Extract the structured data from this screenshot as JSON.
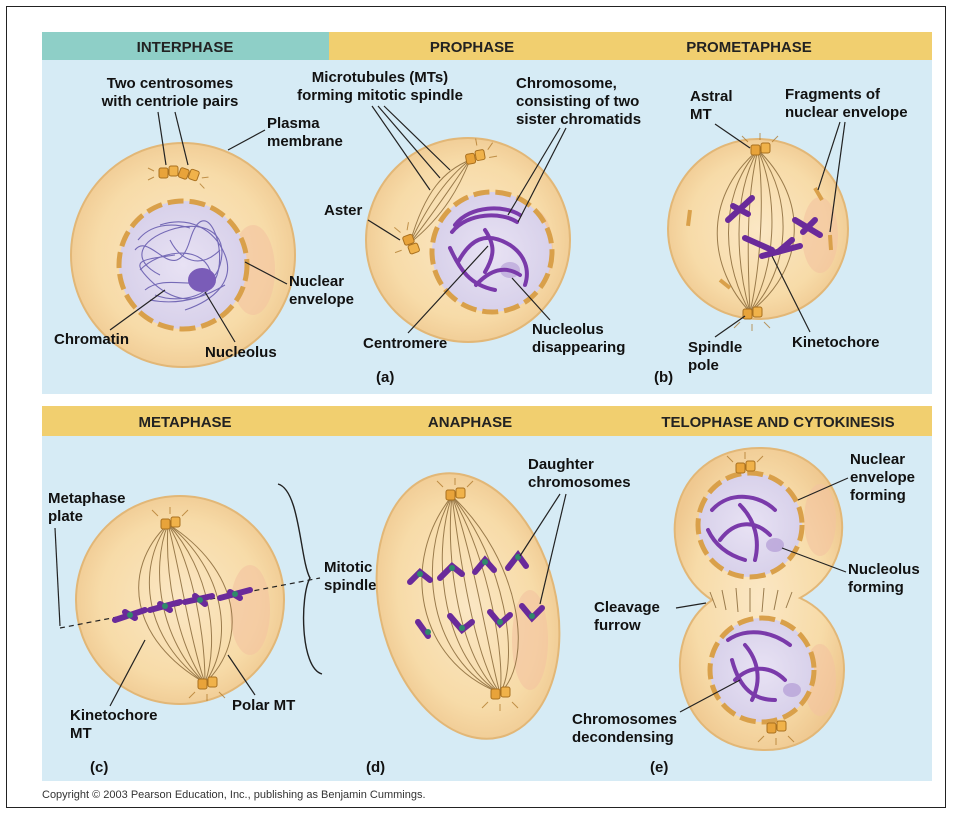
{
  "headers": {
    "interphase": "INTERPHASE",
    "prophase": "PROPHASE",
    "prometaphase": "PROMETAPHASE",
    "metaphase": "METAPHASE",
    "anaphase": "ANAPHASE",
    "telophase": "TELOPHASE AND CYTOKINESIS"
  },
  "panel_letters": {
    "a": "(a)",
    "b": "(b)",
    "c": "(c)",
    "d": "(d)",
    "e": "(e)"
  },
  "labels": {
    "centrosomes_1": "Two centrosomes",
    "centrosomes_2": "with centriole pairs",
    "plasma_1": "Plasma",
    "plasma_2": "membrane",
    "chromatin": "Chromatin",
    "nucleolus": "Nucleolus",
    "nuclear_env_1": "Nuclear",
    "nuclear_env_2": "envelope",
    "mt_1": "Microtubules (MTs)",
    "mt_2": "forming mitotic spindle",
    "chromosome_1": "Chromosome,",
    "chromosome_2": "consisting of two",
    "chromosome_3": "sister chromatids",
    "aster": "Aster",
    "centromere": "Centromere",
    "nucleolus_dis_1": "Nucleolus",
    "nucleolus_dis_2": "disappearing",
    "astral_1": "Astral",
    "astral_2": "MT",
    "fragments_1": "Fragments of",
    "fragments_2": "nuclear envelope",
    "spindle_pole_1": "Spindle",
    "spindle_pole_2": "pole",
    "kinetochore": "Kinetochore",
    "metaphase_plate_1": "Metaphase",
    "metaphase_plate_2": "plate",
    "mitotic_spindle_1": "Mitotic",
    "mitotic_spindle_2": "spindle",
    "kinetochore_mt_1": "Kinetochore",
    "kinetochore_mt_2": "MT",
    "polar_mt": "Polar MT",
    "daughter_1": "Daughter",
    "daughter_2": "chromosomes",
    "cleavage_1": "Cleavage",
    "cleavage_2": "furrow",
    "nuc_env_forming_1": "Nuclear",
    "nuc_env_forming_2": "envelope",
    "nuc_env_forming_3": "forming",
    "nucleolus_forming_1": "Nucleolus",
    "nucleolus_forming_2": "forming",
    "chrom_decond_1": "Chromosomes",
    "chrom_decond_2": "decondensing"
  },
  "copyright": "Copyright © 2003 Pearson Education, Inc., publishing as Benjamin Cummings.",
  "colors": {
    "panel_bg": "#d6ebf5",
    "header_interphase": "#8ecfc7",
    "header_mitosis": "#f1cf6f",
    "cell_fill": "#f7dba8",
    "nucleus_fill": "#dcd6ee",
    "chromosome": "#6a2a9a",
    "centrosome": "#e8a33a"
  }
}
